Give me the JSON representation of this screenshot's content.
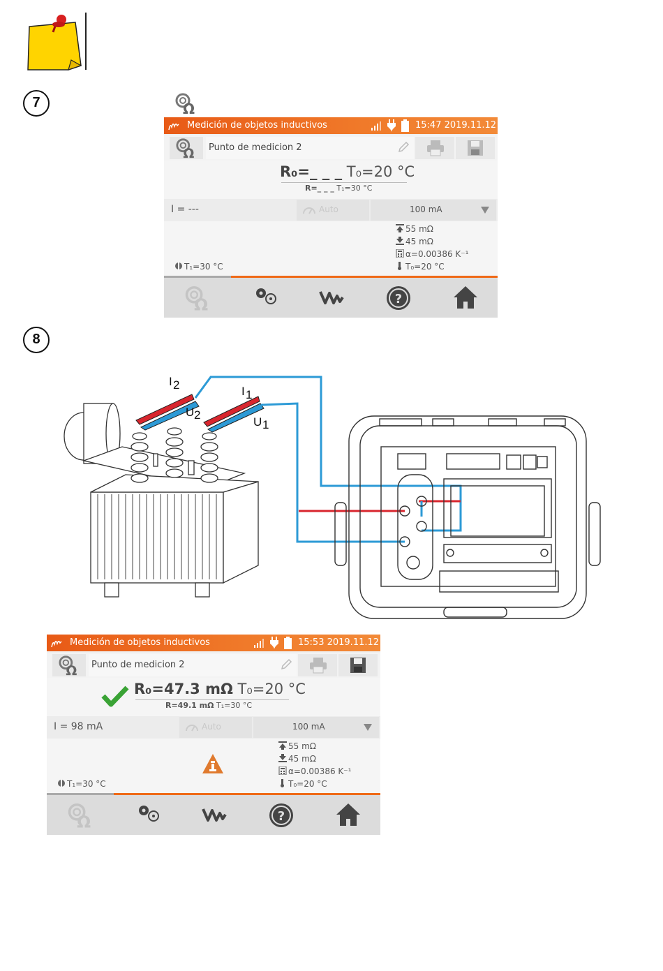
{
  "note": {
    "icon": "pinned-note-icon"
  },
  "steps": [
    {
      "number": "7"
    },
    {
      "number": "8"
    }
  ],
  "screens": [
    {
      "title": "Medición de objetos inductivos",
      "time": "15:47 2019.11.12",
      "measurement_name": "Punto de medicion 2",
      "result_main": "R₀=_ _ _",
      "result_temp": "T₀=20 °C",
      "result_sub_r": "R=_ _ _",
      "result_sub_t": "T₁=30 °C",
      "current": "I = ---",
      "auto_label": "Auto",
      "range": "100 mA",
      "info_lines": [
        "55 mΩ",
        "45 mΩ",
        "α=0.00386 K⁻¹",
        "T₀=20 °C"
      ],
      "t1": "T₁=30 °C",
      "status": "none"
    },
    {
      "title": "Medición de objetos inductivos",
      "time": "15:53 2019.11.12",
      "measurement_name": "Punto de medicion 2",
      "result_main": "R₀=47.3 mΩ",
      "result_temp": "T₀=20 °C",
      "result_sub_r": "R=49.1 mΩ",
      "result_sub_t": "T₁=30 °C",
      "current": "I = 98 mA",
      "auto_label": "Auto",
      "range": "100 mA",
      "info_lines": [
        "55 mΩ",
        "45 mΩ",
        "α=0.00386 K⁻¹",
        "T₀=20 °C"
      ],
      "t1": "T₁=30 °C",
      "status": "ok-with-warning"
    }
  ],
  "diagram": {
    "labels": [
      "I",
      "2",
      "U",
      "2",
      "I",
      "1",
      "U",
      "1"
    ],
    "wire_colors": {
      "current": "#d8262e",
      "voltage": "#2c9ad6"
    }
  },
  "colors": {
    "accent": "#ef6a18",
    "screen_bg": "#efefef",
    "check": "#3aa335",
    "warning": "#e07a2e"
  }
}
